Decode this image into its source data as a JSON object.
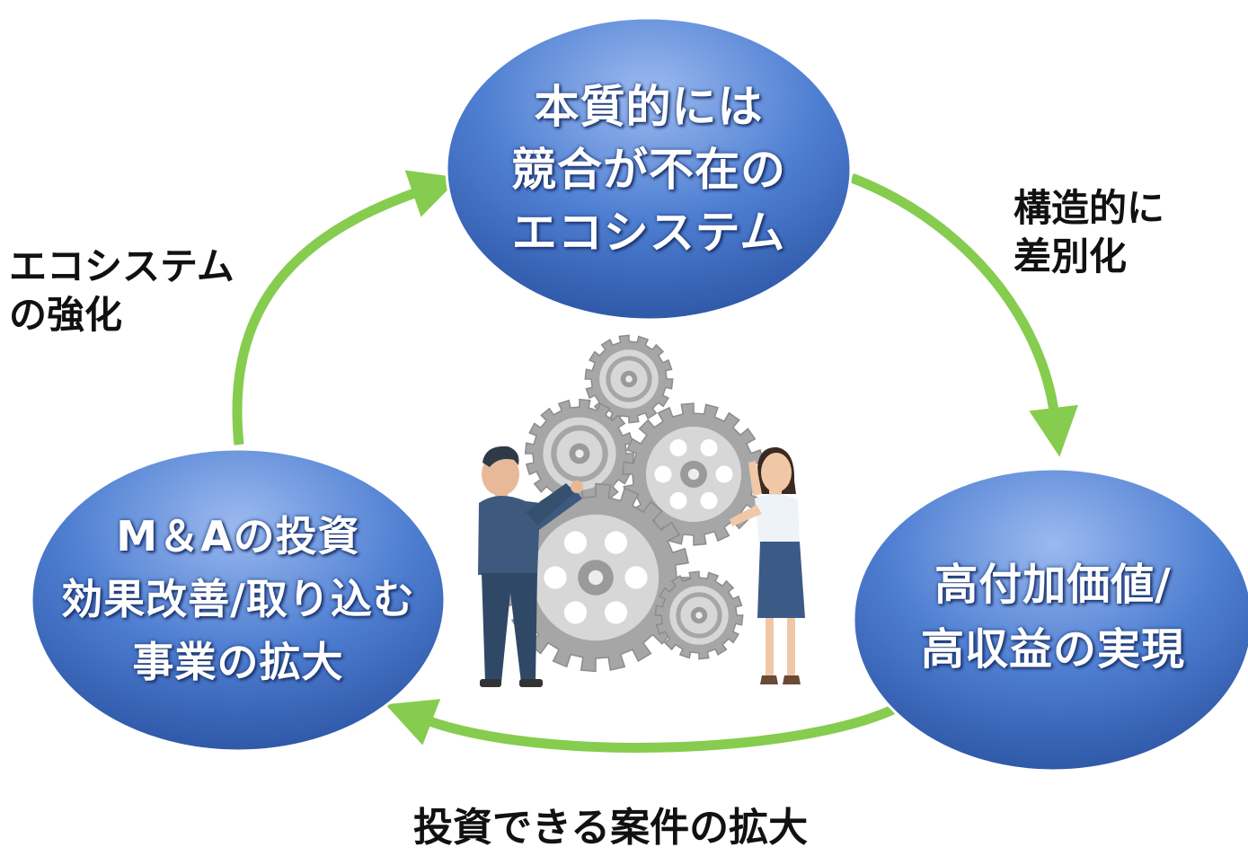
{
  "nodes": {
    "top": {
      "lines": [
        "本質的には",
        "競合が不在の",
        "エコシステム"
      ]
    },
    "right": {
      "lines": [
        "高付加価値/",
        "高収益の実現"
      ]
    },
    "left": {
      "lines": [
        "M＆Aの投資",
        "効果改善/取り込む",
        "事業の拡大"
      ]
    }
  },
  "edges": {
    "top_to_right": {
      "lines": [
        "構造的に",
        "差別化"
      ]
    },
    "right_to_left": {
      "lines": [
        "投資できる案件の拡大"
      ]
    },
    "left_to_top": {
      "lines": [
        "エコシステム",
        "の強化"
      ]
    }
  },
  "colors": {
    "node_fill": "#4a78cc",
    "node_highlight": "#8fb0ea",
    "arrow": "#86cc4e",
    "gear": "#a6a6a6",
    "suit": "#3d5a7e",
    "skirt": "#3c5a86"
  },
  "illustration": "two-people-turning-gears"
}
